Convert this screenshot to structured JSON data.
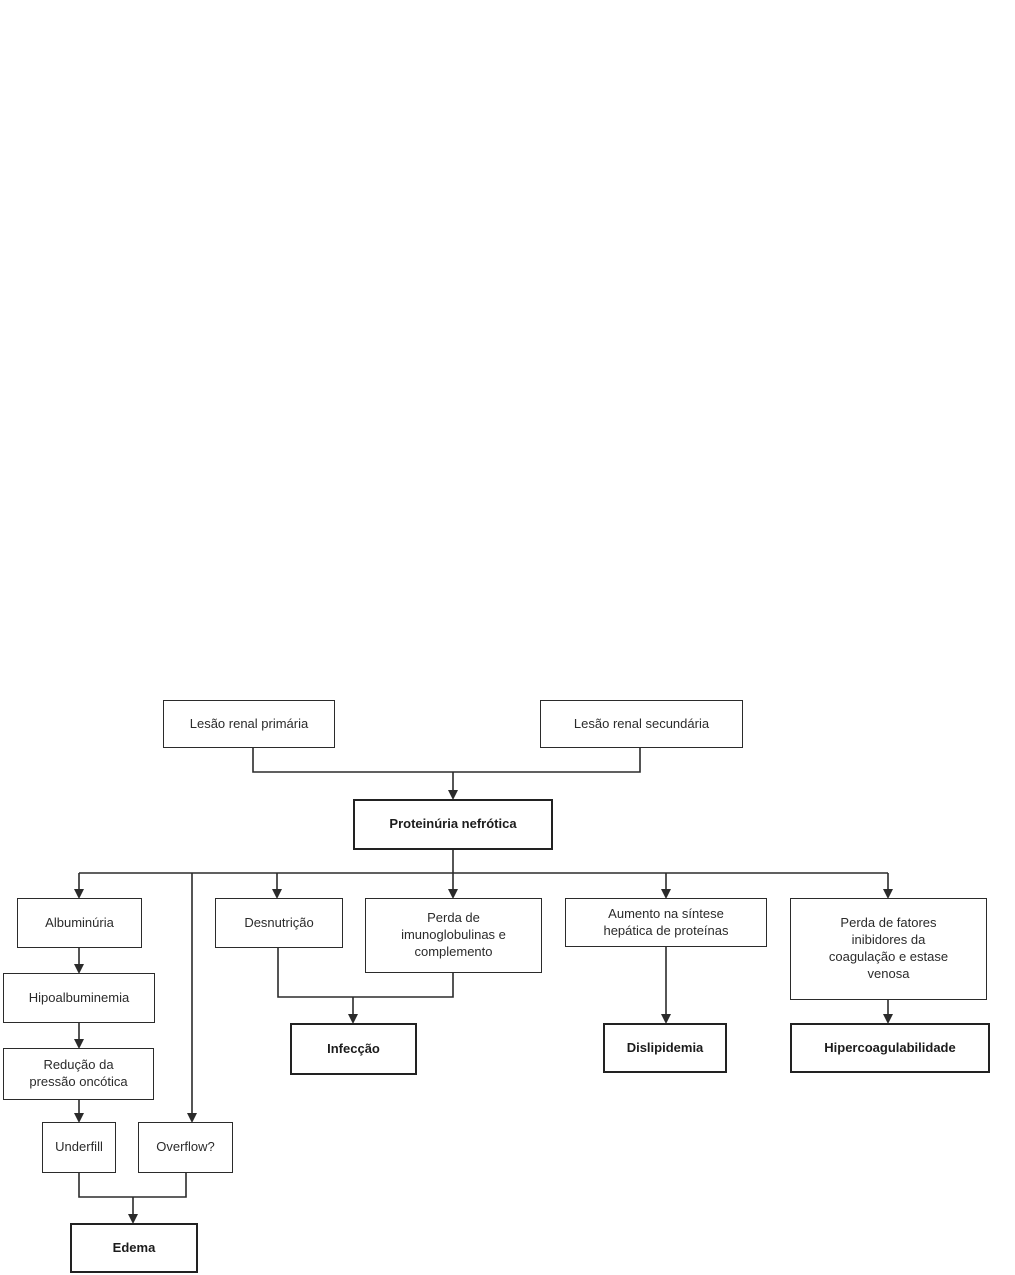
{
  "flowchart": {
    "description": "Pathophysiology flowchart of nephrotic proteinuria (Portuguese)",
    "nodes": [
      {
        "id": "lesao-renal-primaria",
        "label": "Lesão renal primária",
        "bold": false
      },
      {
        "id": "lesao-renal-secundaria",
        "label": "Lesão renal secundária",
        "bold": false
      },
      {
        "id": "proteinuria-nefrotica",
        "label": "Proteinúria nefrótica",
        "bold": true
      },
      {
        "id": "albuminuria",
        "label": "Albuminúria",
        "bold": false
      },
      {
        "id": "desnutricao",
        "label": "Desnutrição",
        "bold": false
      },
      {
        "id": "perda-imunoglobulinas",
        "label": "Perda de\nimunoglobulinas e\ncomplemento",
        "bold": false
      },
      {
        "id": "aumento-sintese",
        "label": "Aumento na síntese\nhepática de proteínas",
        "bold": false
      },
      {
        "id": "perda-fatores",
        "label": "Perda de fatores\ninibidores da\ncoagulação e estase\nvenosa",
        "bold": false
      },
      {
        "id": "hipoalbuminemia",
        "label": "Hipoalbuminemia",
        "bold": false
      },
      {
        "id": "reducao-pressao",
        "label": "Redução da\npressão oncótica",
        "bold": false
      },
      {
        "id": "underfill",
        "label": "Underfill",
        "bold": false
      },
      {
        "id": "overflow",
        "label": "Overflow?",
        "bold": false
      },
      {
        "id": "infeccao",
        "label": "Infecção",
        "bold": true
      },
      {
        "id": "dislipidemia",
        "label": "Dislipidemia",
        "bold": true
      },
      {
        "id": "hipercoagulabilidade",
        "label": "Hipercoagulabilidade",
        "bold": true
      },
      {
        "id": "edema",
        "label": "Edema",
        "bold": true
      }
    ],
    "edges": [
      {
        "from": "lesao-renal-primaria",
        "to": "proteinuria-nefrotica"
      },
      {
        "from": "lesao-renal-secundaria",
        "to": "proteinuria-nefrotica"
      },
      {
        "from": "proteinuria-nefrotica",
        "to": "albuminuria"
      },
      {
        "from": "proteinuria-nefrotica",
        "to": "overflow"
      },
      {
        "from": "proteinuria-nefrotica",
        "to": "desnutricao"
      },
      {
        "from": "proteinuria-nefrotica",
        "to": "perda-imunoglobulinas"
      },
      {
        "from": "proteinuria-nefrotica",
        "to": "aumento-sintese"
      },
      {
        "from": "proteinuria-nefrotica",
        "to": "perda-fatores"
      },
      {
        "from": "albuminuria",
        "to": "hipoalbuminemia"
      },
      {
        "from": "hipoalbuminemia",
        "to": "reducao-pressao"
      },
      {
        "from": "reducao-pressao",
        "to": "underfill"
      },
      {
        "from": "underfill",
        "to": "edema"
      },
      {
        "from": "overflow",
        "to": "edema"
      },
      {
        "from": "desnutricao",
        "to": "infeccao"
      },
      {
        "from": "perda-imunoglobulinas",
        "to": "infeccao"
      },
      {
        "from": "aumento-sintese",
        "to": "dislipidemia"
      },
      {
        "from": "perda-fatores",
        "to": "hipercoagulabilidade"
      }
    ],
    "colors": {
      "line": "#2b2b2b",
      "box_border": "#2b2b2b",
      "text": "#2b2b2b",
      "background": "#ffffff"
    }
  }
}
